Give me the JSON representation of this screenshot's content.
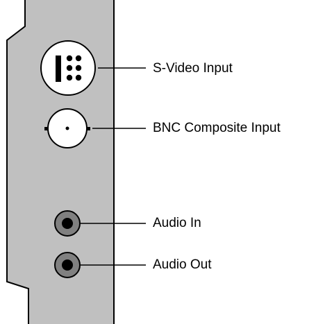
{
  "colors": {
    "bracket_fill": "#c0c0c0",
    "outline": "#000000",
    "jack_face": "#ffffff",
    "audio_ring": "#808080",
    "audio_center": "#000000",
    "background": "#ffffff"
  },
  "connectors": [
    {
      "id": "svideo",
      "label": "S-Video Input",
      "icon": "svideo-connector-icon"
    },
    {
      "id": "bnc",
      "label": "BNC Composite Input",
      "icon": "bnc-connector-icon"
    },
    {
      "id": "audio_in",
      "label": "Audio In",
      "icon": "audio-jack-icon"
    },
    {
      "id": "audio_out",
      "label": "Audio Out",
      "icon": "audio-jack-icon"
    }
  ]
}
